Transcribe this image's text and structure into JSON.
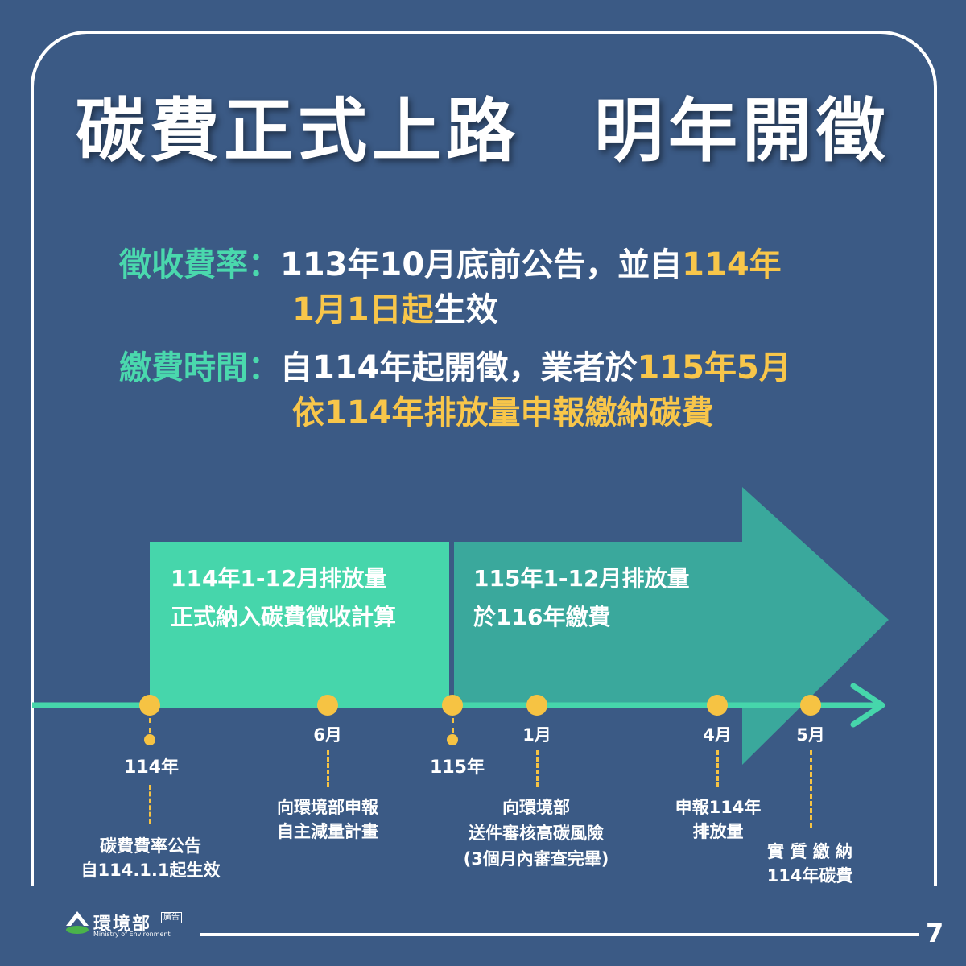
{
  "title": "碳費正式上路　明年開徵",
  "rate": {
    "label": "徵收費率：",
    "line1_white": "113年10月底前公告，並自",
    "line1_yellow": "114年",
    "line2_yellow": "1月1日起",
    "line2_white": "生效"
  },
  "payment": {
    "label": "繳費時間：",
    "line1_white": "自114年起開徵，業者於",
    "line1_yellow": "115年5月",
    "line2_yellow": "依114年排放量申報繳納碳費"
  },
  "timeline": {
    "box1_line1": "114年1-12月排放量",
    "box1_line2": "正式納入碳費徵收計算",
    "box2_line1": "115年1-12月排放量",
    "box2_line2": "於116年繳費",
    "events": [
      {
        "top_label": "",
        "year_label": "114年",
        "desc1": "碳費費率公告",
        "desc2": "自114.1.1起生效",
        "desc3": ""
      },
      {
        "top_label": "6月",
        "year_label": "",
        "desc1": "向環境部申報",
        "desc2": "自主減量計畫",
        "desc3": ""
      },
      {
        "top_label": "",
        "year_label": "115年",
        "desc1": "",
        "desc2": "",
        "desc3": ""
      },
      {
        "top_label": "1月",
        "year_label": "",
        "desc1": "向環境部",
        "desc2": "送件審核高碳風險",
        "desc3": "(3個月內審查完畢)"
      },
      {
        "top_label": "4月",
        "year_label": "",
        "desc1": "申報114年",
        "desc2": "排放量",
        "desc3": ""
      },
      {
        "top_label": "5月",
        "year_label": "",
        "desc1": "實 質 繳 納",
        "desc2": "114年碳費",
        "desc3": ""
      }
    ]
  },
  "footer": {
    "logo_text": "環境部",
    "logo_sub": "Ministry of Environment",
    "ad_badge": "廣告",
    "page_number": "7"
  },
  "colors": {
    "background": "#3b5a85",
    "label_green": "#4ad8ad",
    "highlight_yellow": "#f8c64a",
    "box1": "#46d6ab",
    "box2_arrow": "#3aa89c",
    "dot": "#f6c343"
  }
}
